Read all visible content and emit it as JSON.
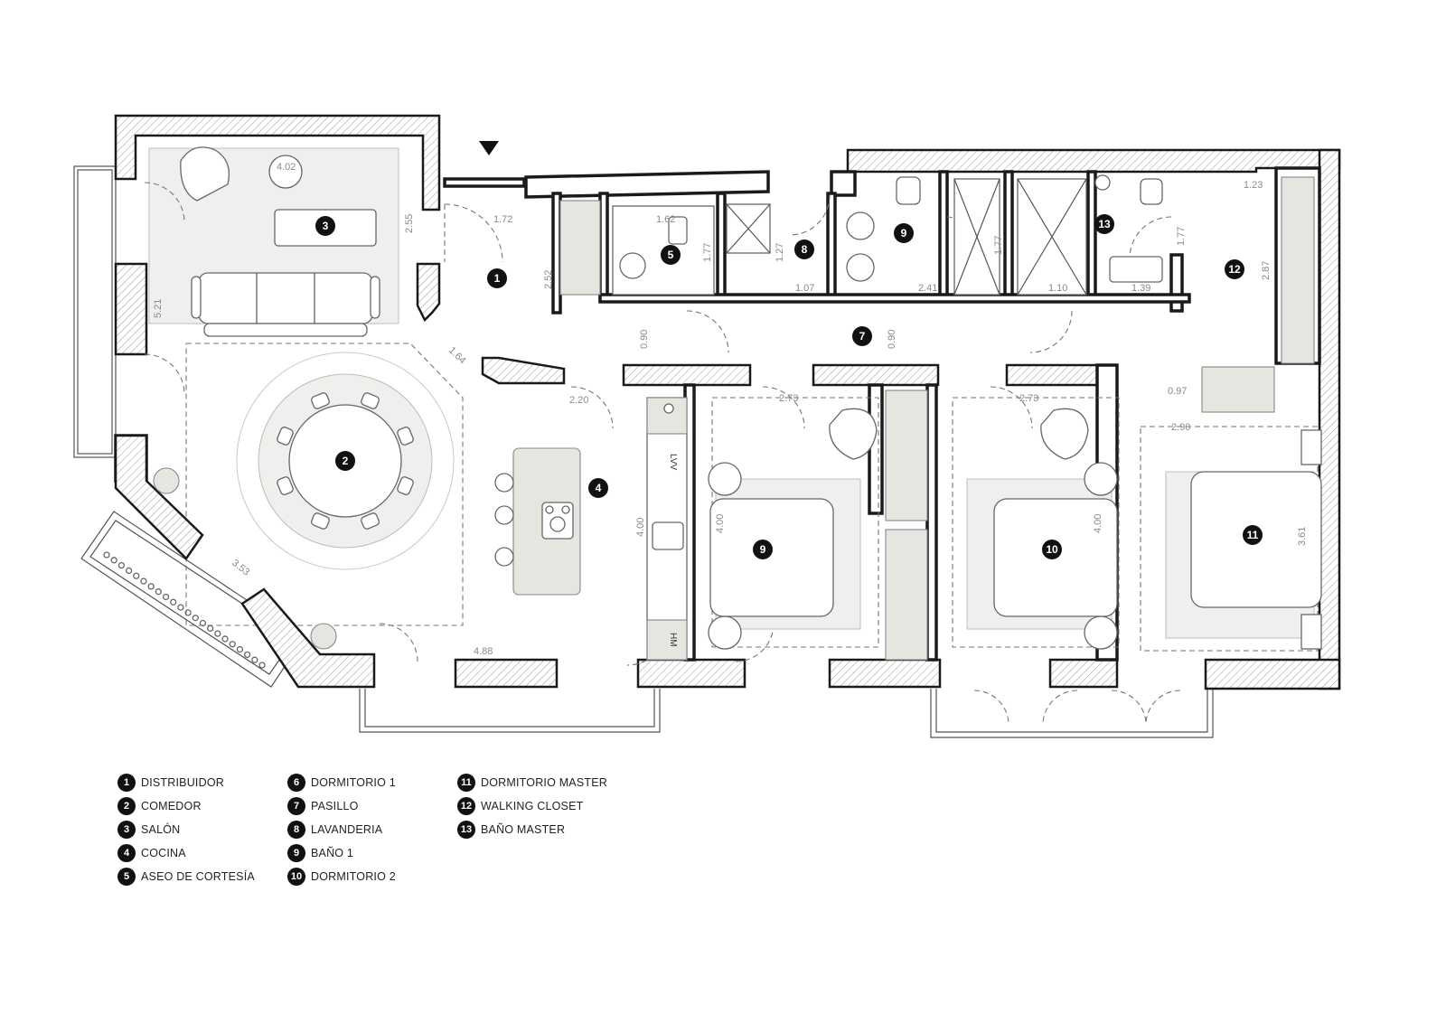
{
  "plan": {
    "room_markers": [
      {
        "id": "1",
        "label": "1"
      },
      {
        "id": "2",
        "label": "2"
      },
      {
        "id": "3",
        "label": "3"
      },
      {
        "id": "4",
        "label": "4"
      },
      {
        "id": "5",
        "label": "5"
      },
      {
        "id": "8",
        "label": "8"
      },
      {
        "id": "9a",
        "label": "9"
      },
      {
        "id": "13",
        "label": "13"
      },
      {
        "id": "12",
        "label": "12"
      },
      {
        "id": "7",
        "label": "7"
      },
      {
        "id": "9b",
        "label": "9"
      },
      {
        "id": "10",
        "label": "10"
      },
      {
        "id": "11",
        "label": "11"
      }
    ],
    "dimensions": {
      "salon_top": "4.02",
      "salon_height": "2.55",
      "distrib_width": "1.72",
      "distrib_height": "2.52",
      "living_height": "5.21",
      "diagonal_short": "1.64",
      "kitchen_top": "2.20",
      "diagonal_long": "3.53",
      "kitchen_bottom": "4.88",
      "pasillo_left": "0.90",
      "pasillo_right": "0.90",
      "kitchen_depth": "4.00",
      "aseo_width": "1.62",
      "aseo_height": "1.77",
      "lav_height": "1.27",
      "lav_width": "1.07",
      "bano_width": "2.41",
      "shaft_left": "1.77",
      "shaft_width": "1.10",
      "bano_m_width": "1.39",
      "bano_m_height": "1.77",
      "closet_top": "1.23",
      "closet_height": "2.87",
      "bed9_width": "2.73",
      "bed9_depth": "4.00",
      "bed10_width": "2.73",
      "bed10_depth": "4.00",
      "master_gap": "0.97",
      "master_width": "2.90",
      "master_depth": "3.61"
    },
    "fixture_labels": {
      "lvv": "LVV",
      "hm": "HM"
    }
  },
  "legend": [
    {
      "number": "1",
      "name": "DISTRIBUIDOR"
    },
    {
      "number": "2",
      "name": "COMEDOR"
    },
    {
      "number": "3",
      "name": "SALÓN"
    },
    {
      "number": "4",
      "name": "COCINA"
    },
    {
      "number": "5",
      "name": "ASEO DE CORTESÍA"
    },
    {
      "number": "6",
      "name": "DORMITORIO 1"
    },
    {
      "number": "7",
      "name": "PASILLO"
    },
    {
      "number": "8",
      "name": "LAVANDERIA"
    },
    {
      "number": "9",
      "name": "BAÑO 1"
    },
    {
      "number": "10",
      "name": "DORMITORIO 2"
    },
    {
      "number": "11",
      "name": "DORMITORIO MASTER"
    },
    {
      "number": "12",
      "name": "WALKING CLOSET"
    },
    {
      "number": "13",
      "name": "BAÑO MASTER"
    }
  ]
}
